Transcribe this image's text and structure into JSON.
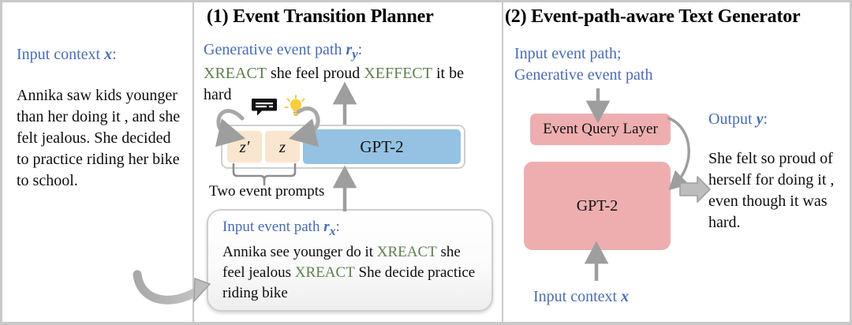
{
  "panels": {
    "left": {
      "input_context_label": "Input context",
      "input_context_var": "x",
      "colon": ":",
      "input_context_text": "Annika saw kids younger than her doing it , and she felt jealous. She decided to practice riding her bike to school."
    },
    "middle": {
      "title": "(1) Event Transition Planner",
      "gen_path_label": "Generative event path",
      "gen_path_var": "r",
      "gen_path_sub": "y",
      "gen_path_tokens": [
        {
          "text": "XREACT",
          "type": "relation"
        },
        {
          "text": " she feel proud ",
          "type": "plain"
        },
        {
          "text": "XEFFECT",
          "type": "relation"
        },
        {
          "text": " it be hard",
          "type": "plain"
        }
      ],
      "prompt_z_prime": "z′",
      "prompt_z": "z",
      "gpt2_label": "GPT-2",
      "two_prompts_label": "Two event prompts",
      "input_path_label": "Input event path",
      "input_path_var": "r",
      "input_path_sub": "x",
      "input_path_tokens": [
        {
          "text": "Annika see younger do it ",
          "type": "plain"
        },
        {
          "text": "XREACT",
          "type": "relation"
        },
        {
          "text": " she feel jealous ",
          "type": "plain"
        },
        {
          "text": "XREACT",
          "type": "relation"
        },
        {
          "text": " She decide practice riding bike",
          "type": "plain"
        }
      ],
      "icons": {
        "speech_bubble": "speech-bubble-icon",
        "lightbulb": "lightbulb-icon"
      }
    },
    "right": {
      "title": "(2) Event-path-aware Text Generator",
      "input_line_1": "Input event path;",
      "input_line_2": "Generative event path",
      "event_query_layer_label": "Event Query Layer",
      "gpt2_label": "GPT-2",
      "bottom_label": "Input context",
      "bottom_var": "x",
      "output_label": "Output",
      "output_var": "y",
      "colon": ":",
      "output_text": "She felt so proud of herself for doing it , even though it was hard."
    }
  },
  "colors": {
    "blue_label": "#4a6cb3",
    "relation_green": "#5f7f4e",
    "gpt2_blue": "#95c2e3",
    "prompt_peach": "#fae5cf",
    "pink_box": "#eeaeb0",
    "arrow_gray": "#9e9e9e",
    "divider_gray": "#c9c9c9",
    "text_black": "#0d0d0d"
  }
}
